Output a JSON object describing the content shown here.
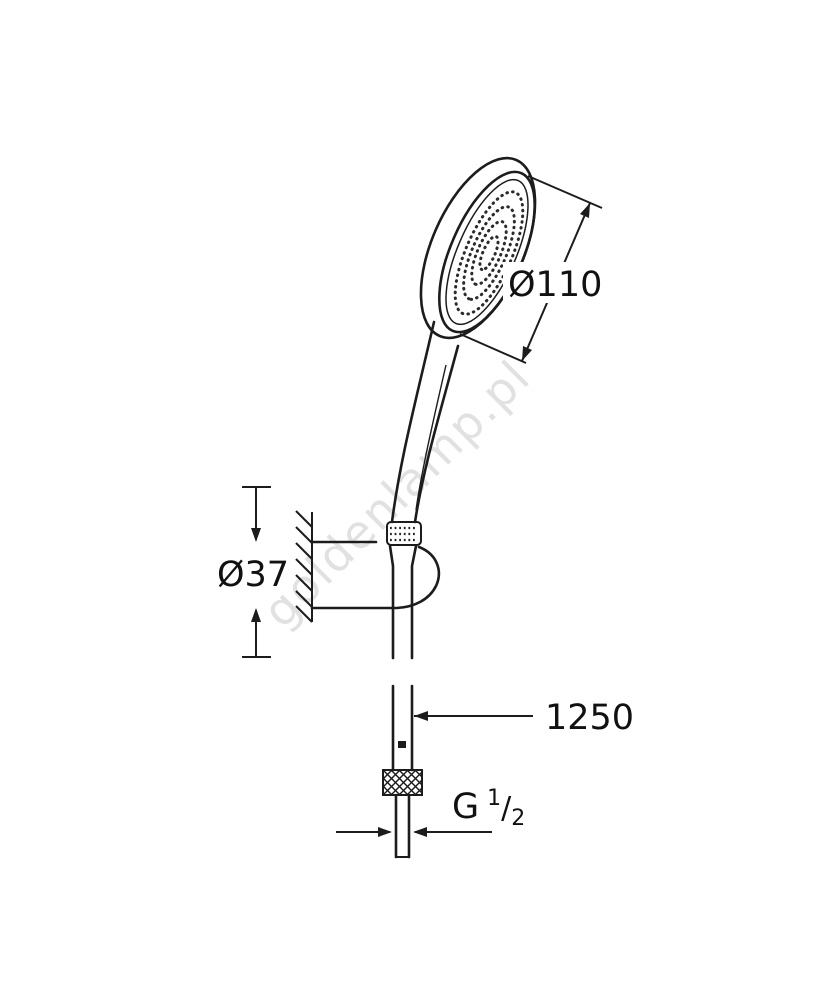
{
  "drawing": {
    "type": "technical-dimension-drawing",
    "subject": "hand shower with wall holder and hose",
    "watermark": "goldenlamp.pl",
    "labels": {
      "head_diameter": "Ø110",
      "holder_diameter": "Ø37",
      "hose_length": "1250",
      "thread_prefix": "G",
      "thread_numerator": "1",
      "thread_slash": "/",
      "thread_denominator": "2"
    },
    "colors": {
      "line": "#1c1c1c",
      "text": "#111111",
      "watermark": "#c9c9c9",
      "background": "#ffffff"
    }
  }
}
